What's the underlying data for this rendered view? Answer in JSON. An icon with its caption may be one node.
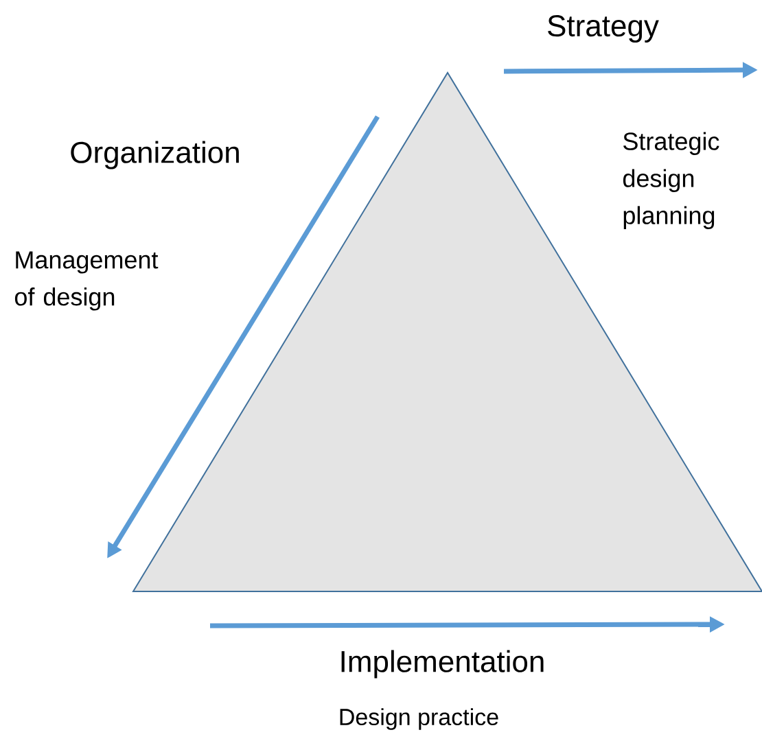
{
  "diagram": {
    "nodes": [
      {
        "text": [],
        "shape": "triangle"
      }
    ],
    "labels": [
      "Strategy",
      "Organization",
      "Strategic design planning",
      "Management of design",
      "Implementation",
      "Design practice"
    ]
  }
}
